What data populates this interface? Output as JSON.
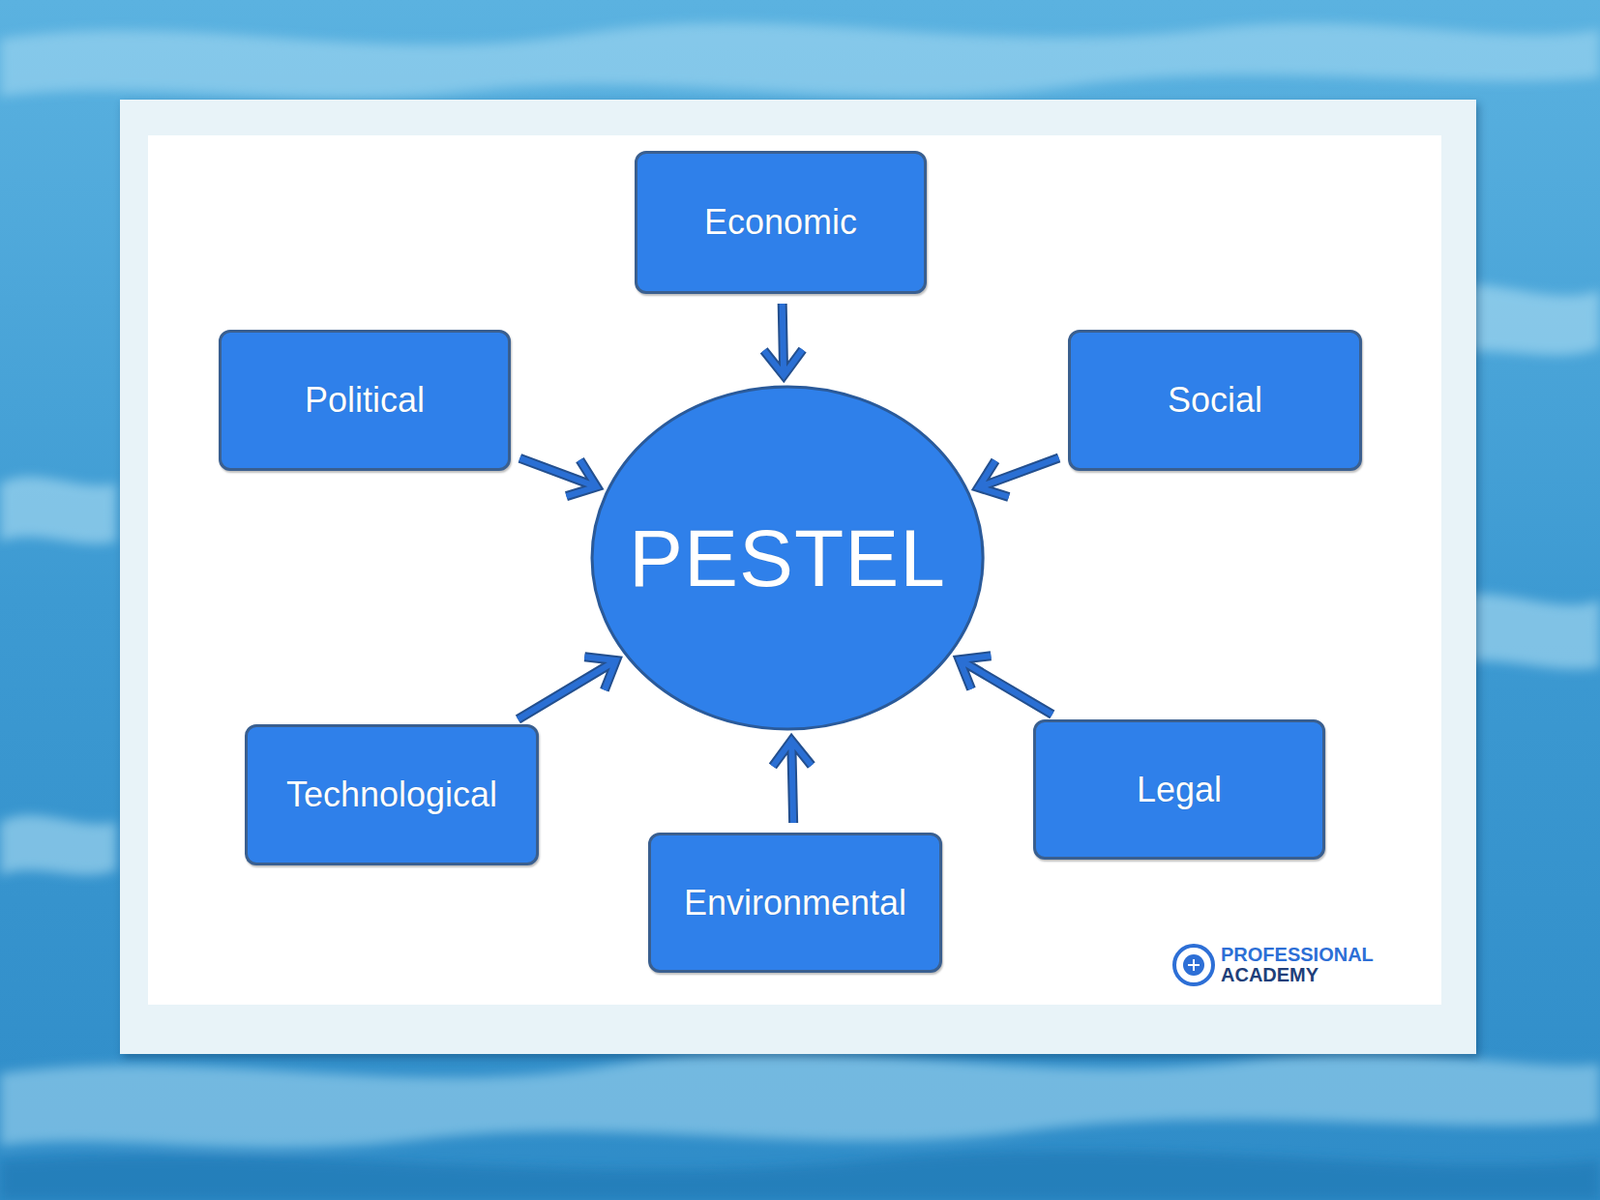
{
  "diagram": {
    "nodes": [
      {
        "text": [
          "Economic"
        ]
      },
      {
        "text": [
          "Political"
        ]
      },
      {
        "text": [
          "Social"
        ]
      },
      {
        "text": [
          "PESTEL"
        ]
      },
      {
        "text": [
          "Technological"
        ]
      },
      {
        "text": [
          "Legal"
        ]
      },
      {
        "text": [
          "Environmental"
        ]
      }
    ],
    "edges": [
      {
        "from": 0,
        "to": 3,
        "arrow": "to"
      },
      {
        "from": 1,
        "to": 3,
        "arrow": "to"
      },
      {
        "from": 2,
        "to": 3,
        "arrow": "to"
      },
      {
        "from": 4,
        "to": 3,
        "arrow": "to"
      },
      {
        "from": 5,
        "to": 3,
        "arrow": "to"
      },
      {
        "from": 6,
        "to": 3,
        "arrow": "to"
      }
    ],
    "labels": [
      "PROFESSIONAL",
      "ACADEMY"
    ]
  }
}
